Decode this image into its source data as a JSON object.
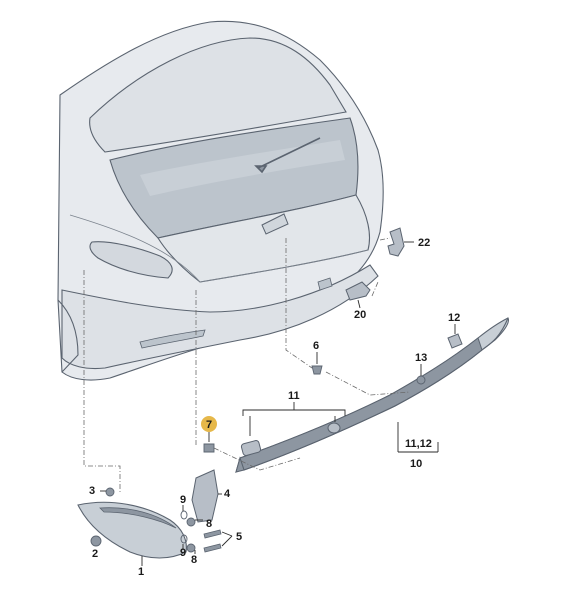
{
  "diagram": {
    "callouts": {
      "c1": "1",
      "c2": "2",
      "c3": "3",
      "c4": "4",
      "c5": "5",
      "c6": "6",
      "c7": "7",
      "c8a": "8",
      "c8b": "8",
      "c9a": "9",
      "c9b": "9",
      "c10": "10",
      "c11": "11",
      "c1112": "11,12",
      "c12": "12",
      "c13": "13",
      "c20": "20",
      "c22": "22"
    },
    "colors": {
      "body_fill": "#e7eaee",
      "body_shade": "#d3d8de",
      "glass": "#bcc4cc",
      "part_fill": "#b7bec7",
      "part_dark": "#8d96a1",
      "highlight": "#e6b84a"
    }
  }
}
